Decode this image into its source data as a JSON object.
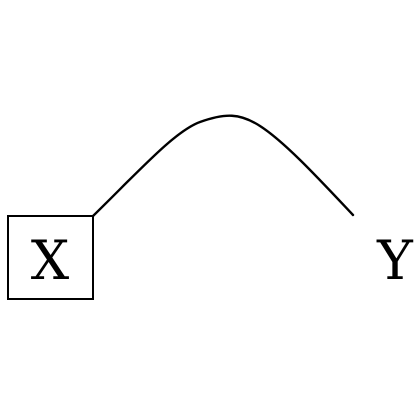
{
  "diagram": {
    "nodes": [
      {
        "id": "x",
        "label": "X",
        "boxed": true
      },
      {
        "id": "y",
        "label": "Y",
        "boxed": false
      }
    ],
    "edges": [
      {
        "from": "x",
        "to": "y",
        "style": "curved",
        "arrowhead": false
      }
    ],
    "colors": {
      "stroke": "#000000",
      "background": "#ffffff"
    }
  }
}
